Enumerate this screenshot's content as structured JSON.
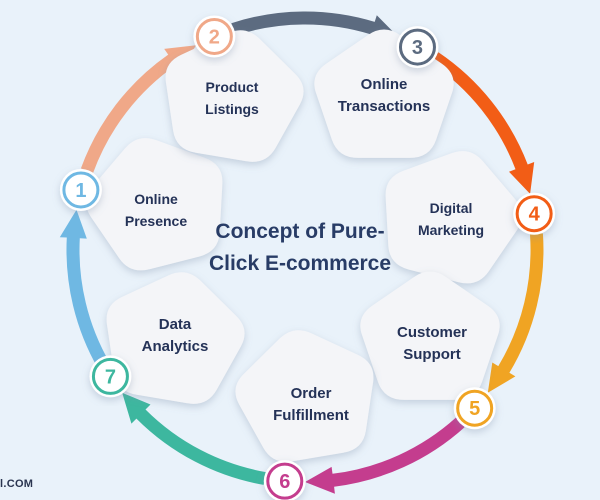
{
  "title": "Concept of Pure-\nClick E-commerce",
  "footer": "l.COM",
  "steps": [
    {
      "number": "1",
      "label": "Online\nPresence",
      "color": "#6fb8e3"
    },
    {
      "number": "2",
      "label": "Product\nListings",
      "color": "#f0a888"
    },
    {
      "number": "3",
      "label": "Online\nTransactions",
      "color": "#5c6b80"
    },
    {
      "number": "4",
      "label": "Digital\nMarketing",
      "color": "#f25d16"
    },
    {
      "number": "5",
      "label": "Customer\nSupport",
      "color": "#f0a423"
    },
    {
      "number": "6",
      "label": "Order\nFulfillment",
      "color": "#c43d8e"
    },
    {
      "number": "7",
      "label": "Data\nAnalytics",
      "color": "#3db79f"
    }
  ]
}
